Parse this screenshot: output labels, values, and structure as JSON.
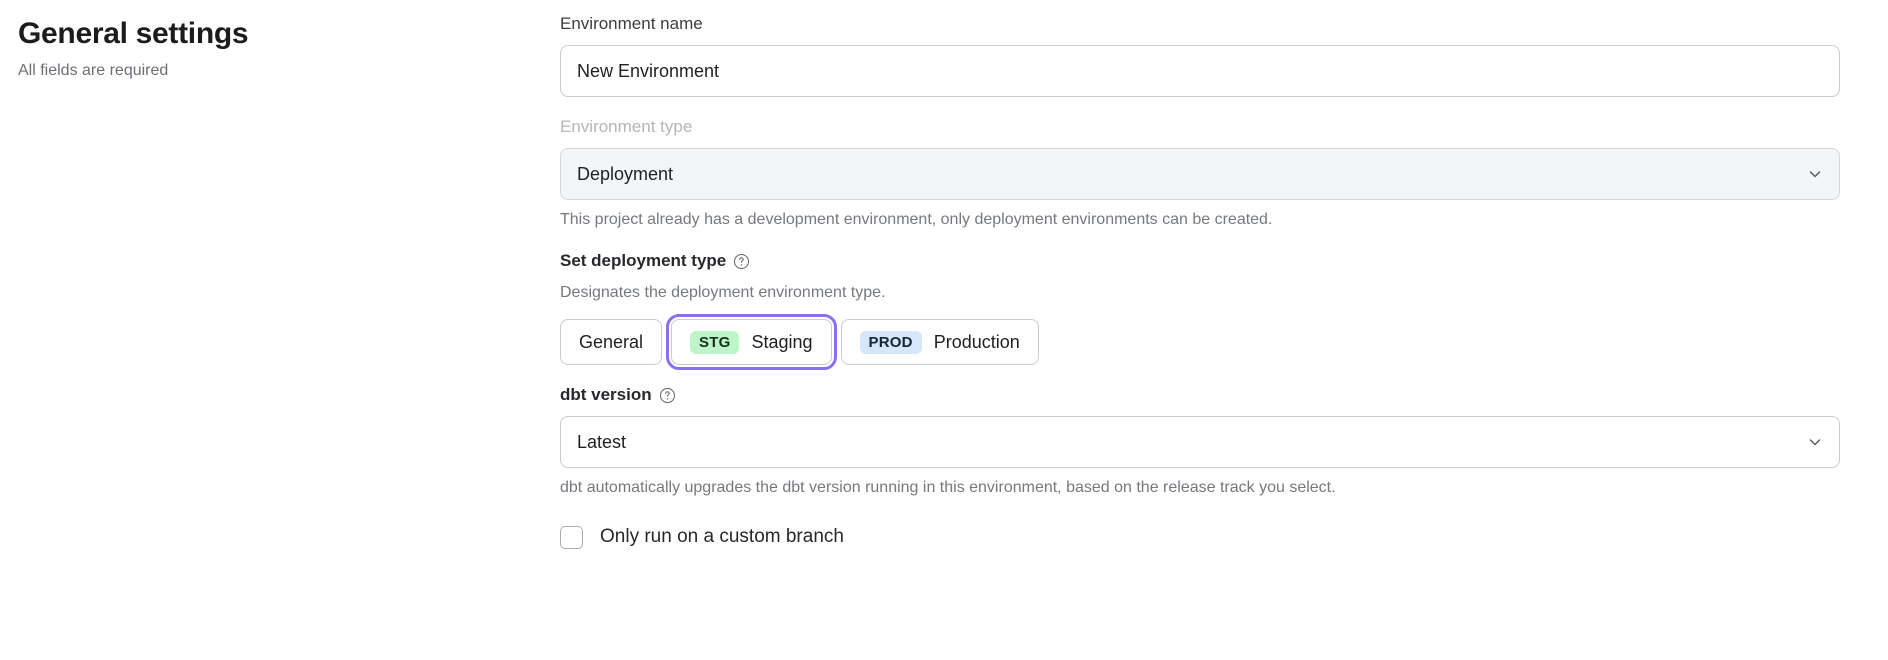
{
  "header": {
    "title": "General settings",
    "subtitle": "All fields are required"
  },
  "form": {
    "environment_name": {
      "label": "Environment name",
      "value": "New Environment",
      "placeholder": "Environment name"
    },
    "environment_type": {
      "label": "Environment type",
      "value": "Deployment",
      "disabled": true,
      "help_text": "This project already has a development environment, only deployment environments can be created.",
      "chevron_icon": "chevron-down-icon"
    },
    "deployment_type": {
      "label": "Set deployment type",
      "info_icon": "question-circle-icon",
      "description": "Designates the deployment environment type.",
      "options": [
        {
          "id": "general",
          "badge": "",
          "label": "General",
          "selected": false
        },
        {
          "id": "staging",
          "badge": "STG",
          "label": "Staging",
          "selected": true
        },
        {
          "id": "production",
          "badge": "PROD",
          "label": "Production",
          "selected": false
        }
      ]
    },
    "dbt_version": {
      "label": "dbt version",
      "info_icon": "question-circle-icon",
      "value": "Latest",
      "help_text": "dbt automatically upgrades the dbt version running in this environment, based on the release track you select.",
      "chevron_icon": "chevron-down-icon"
    },
    "custom_branch": {
      "label": "Only run on a custom branch",
      "checked": false
    }
  },
  "colors": {
    "focus_ring": "#8a6ff0",
    "badge_stg_bg": "#bdf5c8",
    "badge_prod_bg": "#d6e6fb",
    "text_primary": "#1f2022",
    "text_muted": "#75797e",
    "disabled_field_bg": "#f4f5f6"
  }
}
